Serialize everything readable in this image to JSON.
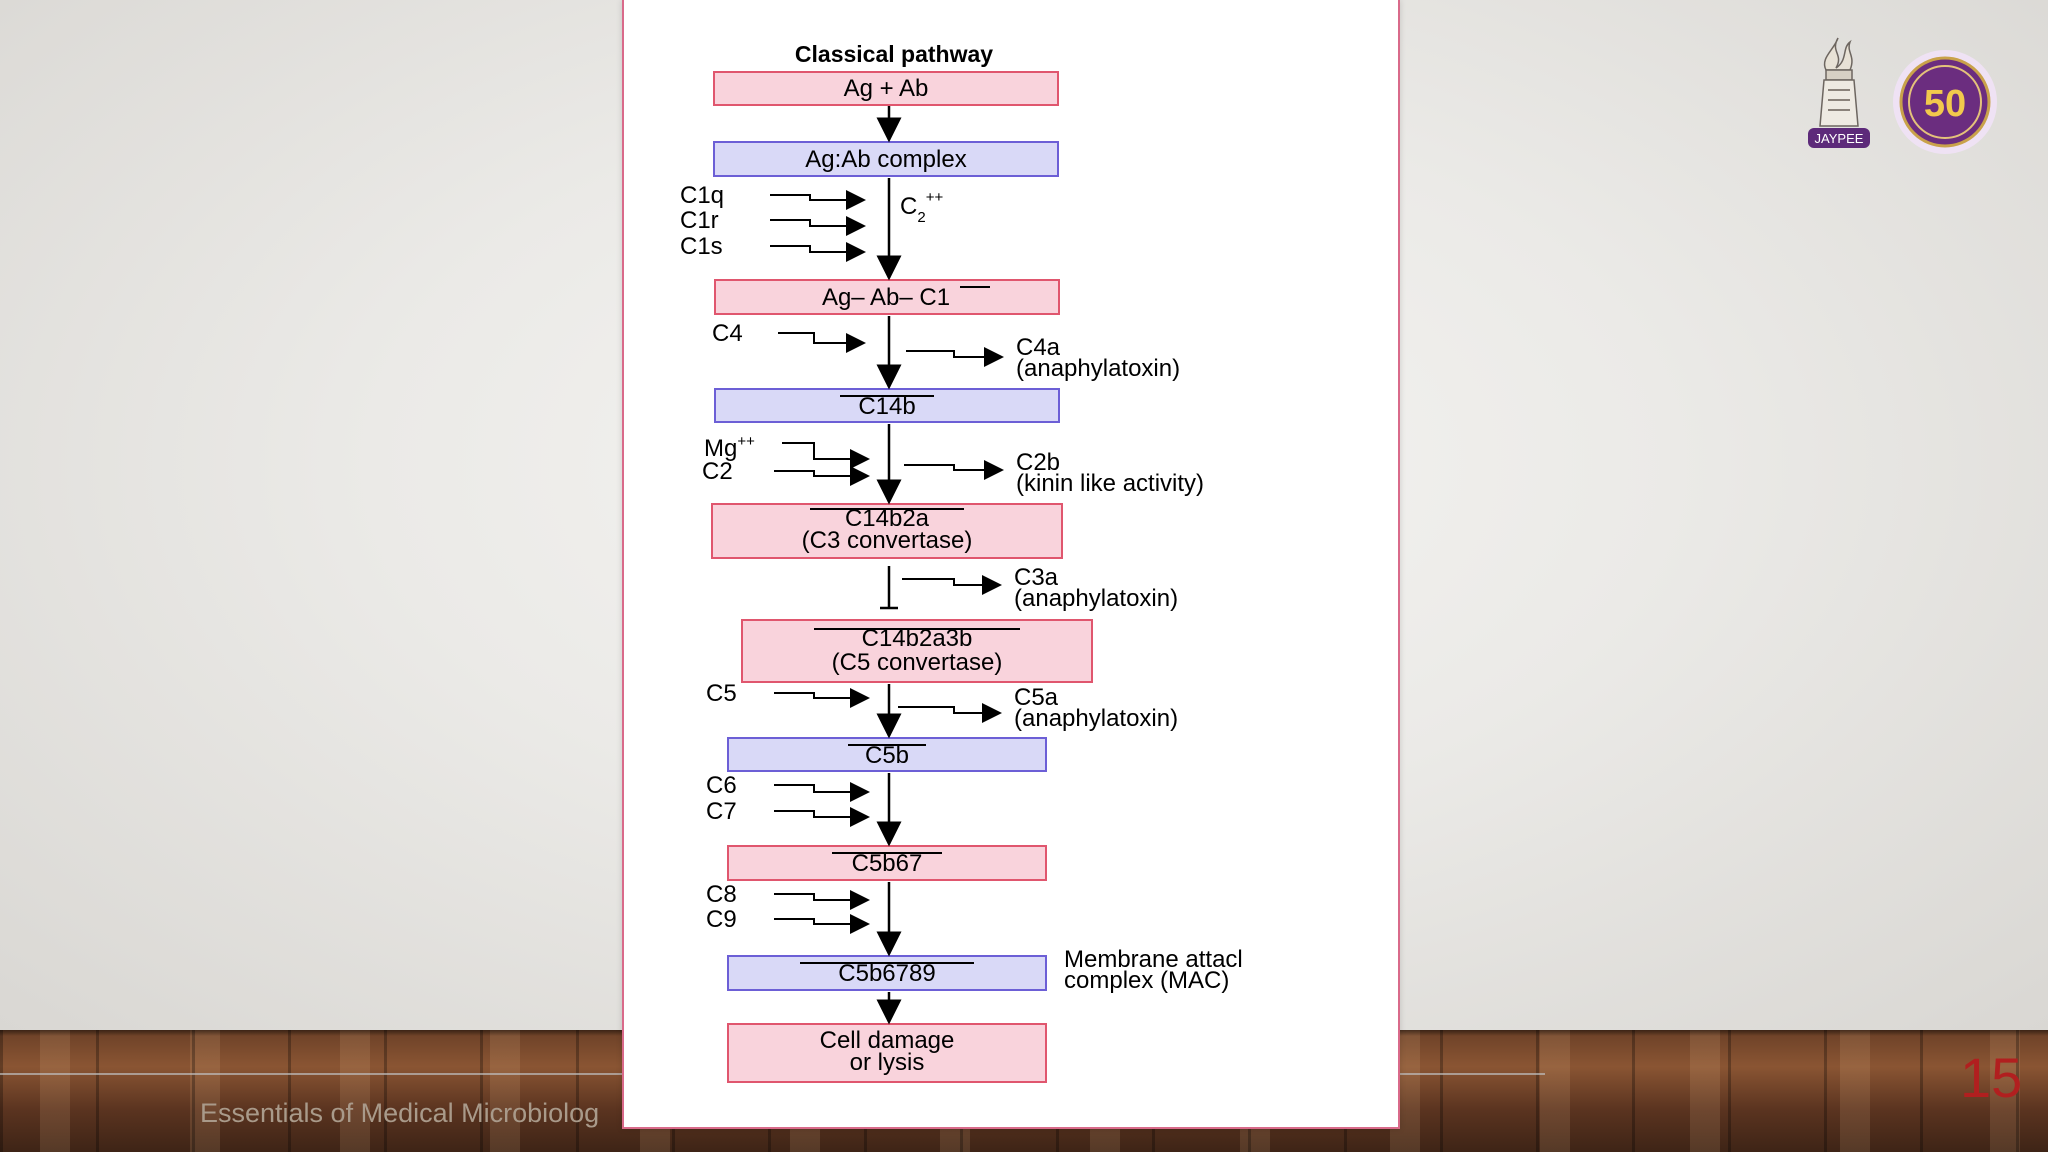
{
  "slide": {
    "footer": "Essentials of Medical Microbiolog",
    "page_number": "15",
    "logo_label": "JAYPEE",
    "badge_number": "50"
  },
  "diagram": {
    "title": "Classical pathway",
    "nodes": {
      "ag_ab": "Ag  +  Ab",
      "complex": "Ag:Ab complex",
      "ag_ab_c1": "Ag–  Ab– C1",
      "c14b": "C14b",
      "c14b2a": "C14b2a",
      "c14b2a_sub": "(C3 convertase)",
      "c14b2a3b": "C14b2a3b",
      "c14b2a3b_sub": "(C5 convertase)",
      "c5b": "C5b",
      "c5b67": "C5b67",
      "c5b6789": "C5b6789",
      "lysis_1": "Cell damage",
      "lysis_2": "or lysis"
    },
    "inputs": {
      "c1q": "C1q",
      "c1r": "C1r",
      "c1s": "C1s",
      "ca": "C",
      "ca_sub": "2",
      "ca_sup": "++",
      "c4": "C4",
      "mg": "Mg",
      "mg_sup": "++",
      "c2": "C2",
      "c5": "C5",
      "c6": "C6",
      "c7": "C7",
      "c8": "C8",
      "c9": "C9"
    },
    "outputs": {
      "c4a": "C4a",
      "c4a_note": "(anaphylatoxin)",
      "c2b": "C2b",
      "c2b_note": "(kinin like activity)",
      "c3a": "C3a",
      "c3a_note": "(anaphylatoxin)",
      "c5a": "C5a",
      "c5a_note": "(anaphylatoxin)",
      "mac_1": "Membrane attacl",
      "mac_2": "complex (MAC)"
    },
    "colors": {
      "pink_fill": "#f9d3dc",
      "pink_stroke": "#e0566e",
      "blue_fill": "#d9d9f7",
      "blue_stroke": "#6c5fd6"
    }
  }
}
